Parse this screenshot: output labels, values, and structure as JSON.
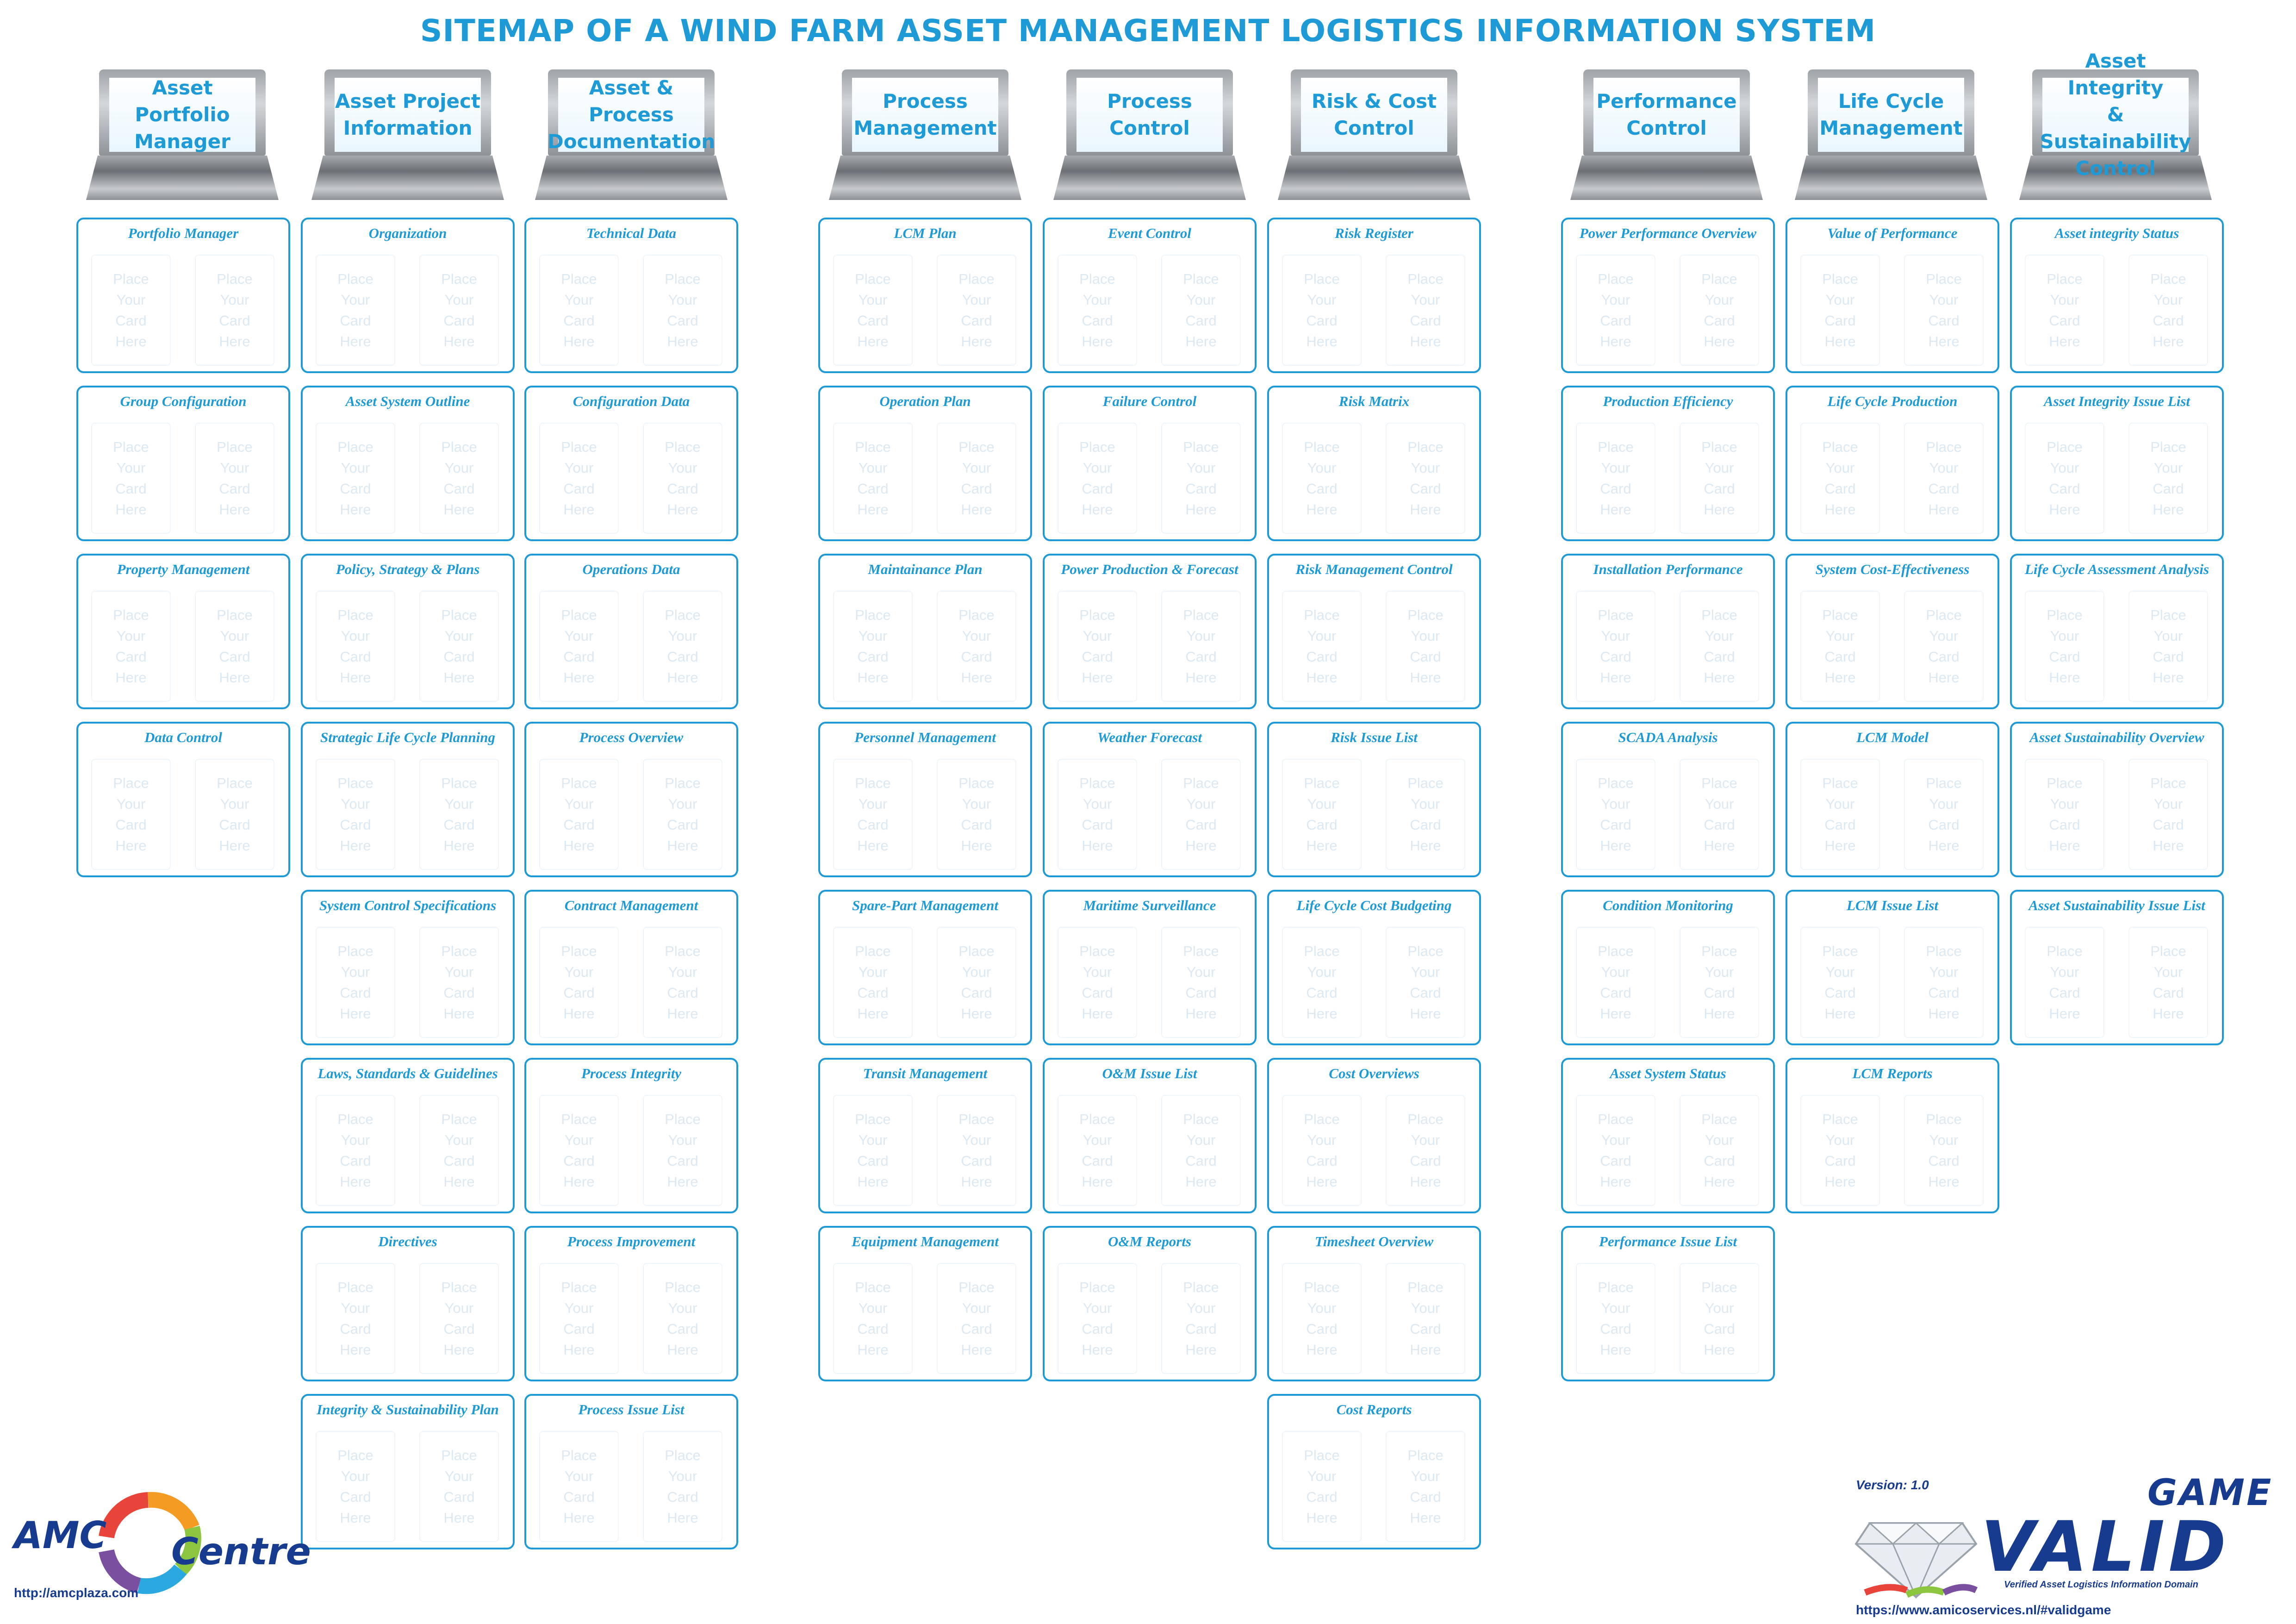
{
  "title": "SITEMAP OF A WIND FARM ASSET MANAGEMENT LOGISTICS INFORMATION SYSTEM",
  "placeholder_text": "Place\nYour\nCard\nHere",
  "colors": {
    "accent": "#1e9ad6",
    "brand_dark": "#173b8f",
    "placeholder": "#dce8f2"
  },
  "columns": [
    {
      "header": "Asset Portfolio\nManager",
      "cards": [
        "Portfolio Manager",
        "Group Configuration",
        "Property Management",
        "Data Control"
      ]
    },
    {
      "header": "Asset Project\nInformation",
      "cards": [
        "Organization",
        "Asset System Outline",
        "Policy, Strategy & Plans",
        "Strategic Life Cycle Planning",
        "System Control Specifications",
        "Laws, Standards & Guidelines",
        "Directives",
        "Integrity & Sustainability Plan"
      ]
    },
    {
      "header": "Asset & Process\nDocumentation",
      "cards": [
        "Technical Data",
        "Configuration Data",
        "Operations Data",
        "Process Overview",
        "Contract Management",
        "Process Integrity",
        "Process Improvement",
        "Process Issue List"
      ]
    },
    {
      "header": "Process\nManagement",
      "cards": [
        "LCM Plan",
        "Operation Plan",
        "Maintainance Plan",
        "Personnel Management",
        "Spare-Part Management",
        "Transit Management",
        "Equipment Management"
      ]
    },
    {
      "header": "Process\nControl",
      "cards": [
        "Event Control",
        "Failure Control",
        "Power Production & Forecast",
        "Weather Forecast",
        "Maritime Surveillance",
        "O&M Issue List",
        "O&M Reports"
      ]
    },
    {
      "header": "Risk & Cost\nControl",
      "cards": [
        "Risk Register",
        "Risk Matrix",
        "Risk Management Control",
        "Risk Issue List",
        "Life Cycle Cost Budgeting",
        "Cost Overviews",
        "Timesheet Overview",
        "Cost Reports"
      ]
    },
    {
      "header": "Performance\nControl",
      "cards": [
        "Power Performance Overview",
        "Production Efficiency",
        "Installation Performance",
        "SCADA Analysis",
        "Condition Monitoring",
        "Asset System Status",
        "Performance Issue List"
      ]
    },
    {
      "header": "Life Cycle\nManagement",
      "cards": [
        "Value of Performance",
        "Life Cycle Production",
        "System Cost-Effectiveness",
        "LCM Model",
        "LCM Issue List",
        "LCM Reports"
      ]
    },
    {
      "header": "Asset Integrity\n& Sustainability\nControl",
      "cards": [
        "Asset integrity Status",
        "Asset Integrity Issue List",
        "Life Cycle Assessment Analysis",
        "Asset Sustainability Overview",
        "Asset Sustainability Issue List"
      ]
    }
  ],
  "amc_logo": {
    "text_left": "AMC",
    "text_right": "Centre",
    "url": "http://amcplaza.com"
  },
  "valid_logo": {
    "version": "Version: 1.0",
    "game": "GAME",
    "word": "VALID",
    "subtitle": "Verified Asset Logistics Information Domain",
    "url": "https://www.amicoservices.nl/#validgame"
  }
}
